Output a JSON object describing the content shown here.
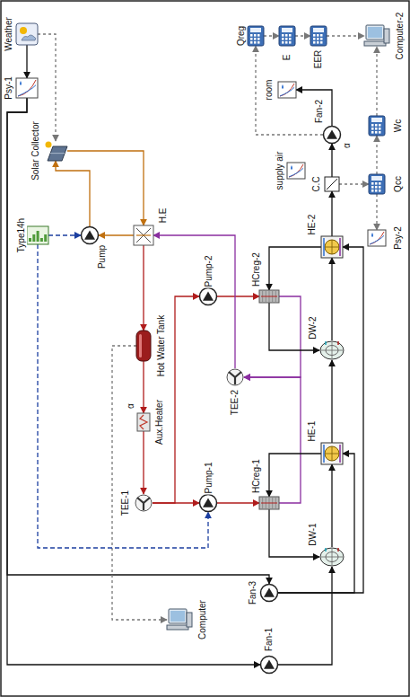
{
  "diagram": {
    "nodes": [
      {
        "text": [
          "Weather"
        ]
      },
      {
        "text": [
          "Psy-1"
        ]
      },
      {
        "text": [
          "Solar Collector"
        ]
      },
      {
        "text": [
          "Type14h"
        ]
      },
      {
        "text": [
          "Pump"
        ]
      },
      {
        "text": [
          "H.E"
        ]
      },
      {
        "text": [
          "Hot Water Tank"
        ]
      },
      {
        "text": [
          "Aux.Heater"
        ]
      },
      {
        "text": [
          "TEE-1"
        ]
      },
      {
        "text": [
          "Pump-1"
        ]
      },
      {
        "text": [
          "Pump-2"
        ]
      },
      {
        "text": [
          "Computer"
        ]
      },
      {
        "text": [
          "HCreg-1"
        ]
      },
      {
        "text": [
          "HCreg-2"
        ]
      },
      {
        "text": [
          "TEE-2"
        ]
      },
      {
        "text": [
          "Fan-3"
        ]
      },
      {
        "text": [
          "Fan-1"
        ]
      },
      {
        "text": [
          "DW-1"
        ]
      },
      {
        "text": [
          "HE-1"
        ]
      },
      {
        "text": [
          "DW-2"
        ]
      },
      {
        "text": [
          "HE-2"
        ]
      },
      {
        "text": [
          "C.C"
        ]
      },
      {
        "text": [
          "Fan-2"
        ]
      },
      {
        "text": [
          "Qreg"
        ]
      },
      {
        "text": [
          "E"
        ]
      },
      {
        "text": [
          "EER"
        ]
      },
      {
        "text": [
          "Computer-2"
        ]
      },
      {
        "text": [
          "room"
        ]
      },
      {
        "text": [
          "supply air"
        ]
      },
      {
        "text": [
          "Qcc"
        ]
      },
      {
        "text": [
          "Wc"
        ]
      },
      {
        "text": [
          "Psy-2"
        ]
      }
    ],
    "edges": [
      {
        "from": 0,
        "to": 1,
        "arrow": "to"
      },
      {
        "from": 1,
        "to": 15,
        "arrow": "to"
      },
      {
        "from": 1,
        "to": 16,
        "arrow": "to"
      },
      {
        "from": 0,
        "to": 2,
        "arrow": "to"
      },
      {
        "from": 2,
        "to": 5,
        "arrow": "to"
      },
      {
        "from": 5,
        "to": 4,
        "arrow": "to"
      },
      {
        "from": 4,
        "to": 2,
        "arrow": "to"
      },
      {
        "from": 3,
        "to": 4,
        "arrow": "to"
      },
      {
        "from": 5,
        "to": 6,
        "arrow": "to"
      },
      {
        "from": 6,
        "to": 7,
        "arrow": "to"
      },
      {
        "from": 7,
        "to": 8,
        "arrow": "to"
      },
      {
        "from": 8,
        "to": 9,
        "arrow": "to"
      },
      {
        "from": 8,
        "to": 10,
        "arrow": "to"
      },
      {
        "from": 9,
        "to": 12,
        "arrow": "to"
      },
      {
        "from": 10,
        "to": 13,
        "arrow": "to"
      },
      {
        "from": 12,
        "to": 14,
        "arrow": "to"
      },
      {
        "from": 13,
        "to": 14,
        "arrow": "to"
      },
      {
        "from": 14,
        "to": 5,
        "arrow": "to"
      },
      {
        "from": 15,
        "to": 18,
        "arrow": "to"
      },
      {
        "from": 16,
        "to": 17,
        "arrow": "to"
      },
      {
        "from": 17,
        "to": 18,
        "arrow": "to"
      },
      {
        "from": 18,
        "to": 19,
        "arrow": "to"
      },
      {
        "from": 19,
        "to": 20,
        "arrow": "to"
      },
      {
        "from": 20,
        "to": 21,
        "arrow": "to"
      },
      {
        "from": 21,
        "to": 22,
        "arrow": "to"
      },
      {
        "from": 18,
        "to": 12,
        "arrow": "to"
      },
      {
        "from": 12,
        "to": 17,
        "arrow": "to"
      },
      {
        "from": 15,
        "to": 20,
        "arrow": "to"
      },
      {
        "from": 20,
        "to": 13,
        "arrow": "to"
      },
      {
        "from": 13,
        "to": 19,
        "arrow": "to"
      },
      {
        "from": 22,
        "to": 27,
        "arrow": "to"
      },
      {
        "from": 22,
        "to": 23,
        "arrow": "to"
      },
      {
        "from": 23,
        "to": 24,
        "arrow": "to"
      },
      {
        "from": 24,
        "to": 25,
        "arrow": "to"
      },
      {
        "from": 25,
        "to": 26,
        "arrow": "to"
      },
      {
        "from": 21,
        "to": 29,
        "arrow": "to"
      },
      {
        "from": 29,
        "to": 30,
        "arrow": "to"
      },
      {
        "from": 30,
        "to": 26,
        "arrow": "to"
      },
      {
        "from": 29,
        "to": 31,
        "arrow": "to"
      },
      {
        "from": 6,
        "to": 11,
        "arrow": "to"
      },
      {
        "from": 3,
        "to": 9,
        "arrow": "to"
      }
    ],
    "labels": [
      "α",
      "α"
    ]
  }
}
